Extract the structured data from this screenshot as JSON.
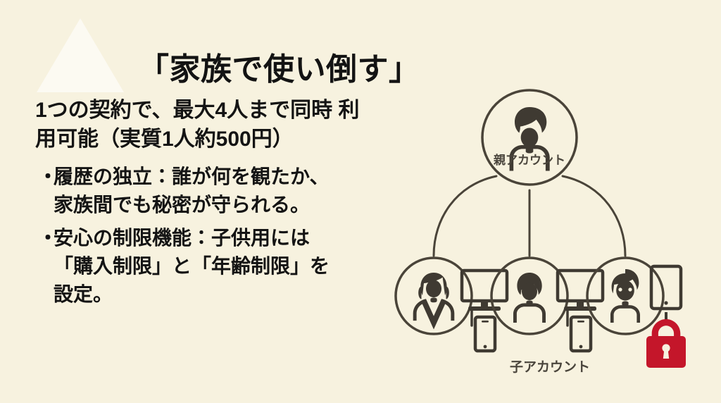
{
  "slide": {
    "background_color": "#f7f2df",
    "title": "「家族で使い倒す」",
    "lead_paragraph_line1": "1つの契約で、最大4人まで同時",
    "lead_paragraph_line2": "利用可能（実質1人約500円）",
    "bullets": [
      {
        "marker": "・",
        "line1": "履歴の独立：誰が何を観たか、",
        "line2": "家族間でも秘密が守られる。",
        "line3": ""
      },
      {
        "marker": "・",
        "line1": "安心の制限機能：子供用には",
        "line2": "「購入制限」と「年齢制限」を",
        "line3": "設定。"
      }
    ]
  },
  "diagram": {
    "parent": {
      "label": "親アカウント",
      "icon": "person-adult-icon"
    },
    "children": [
      {
        "label": "",
        "avatar_icon": "person-female-icon",
        "devices": [
          "monitor-icon",
          "smartphone-icon"
        ],
        "locked": false
      },
      {
        "label": "",
        "avatar_icon": "person-male-icon",
        "devices": [
          "monitor-icon",
          "smartphone-icon"
        ],
        "locked": false
      },
      {
        "label": "",
        "avatar_icon": "person-child-icon",
        "devices": [
          "tablet-icon"
        ],
        "locked": true
      }
    ],
    "group_label": "子アカウント",
    "line_color": "#4a4439",
    "label_color": "#4a453c",
    "lock_color": "#c4162a"
  }
}
